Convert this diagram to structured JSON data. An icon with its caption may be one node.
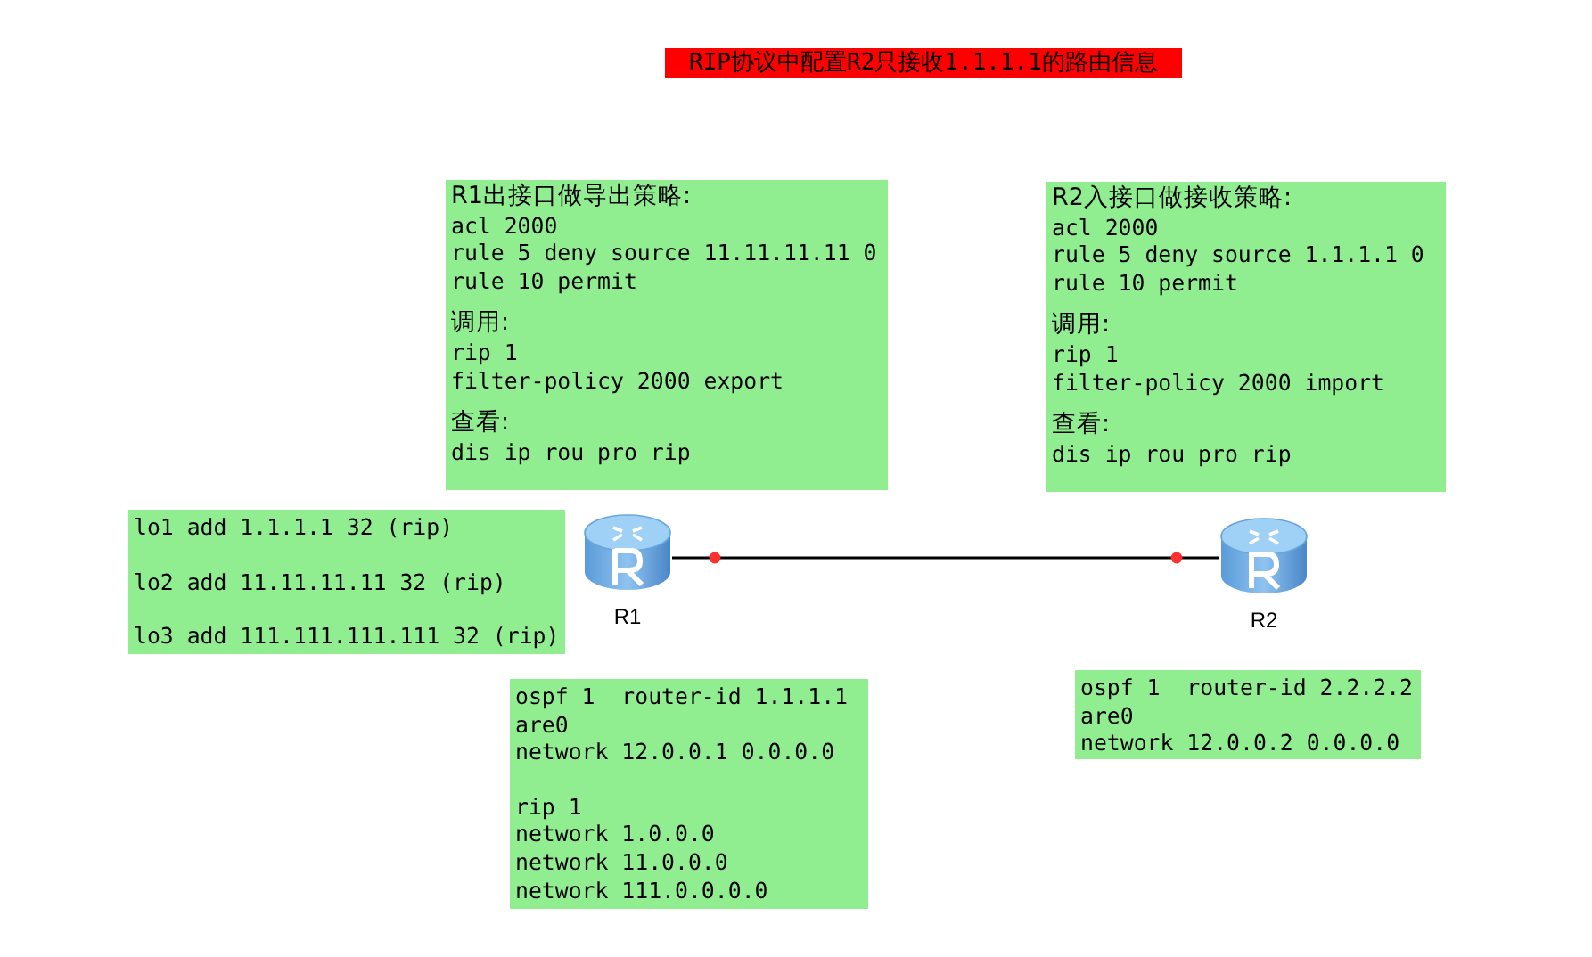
{
  "diagram": {
    "title": "RIP协议中配置R2只接收1.1.1.1的路由信息",
    "nodes": [
      {
        "text": [
          "R1出接口做导出策略:",
          "acl 2000",
          "rule 5 deny source 11.11.11.11 0",
          "rule 10 permit",
          "调用:",
          "rip 1",
          "filter-policy 2000 export",
          "查看:",
          "dis ip rou pro rip"
        ]
      },
      {
        "text": [
          "R2入接口做接收策略:",
          "acl 2000",
          "rule 5 deny source 1.1.1.1 0",
          "rule 10 permit",
          "调用:",
          "rip 1",
          "filter-policy 2000 import",
          "查看:",
          "dis ip rou pro rip"
        ]
      },
      {
        "text": [
          "lo1 add 1.1.1.1 32 (rip)",
          "lo2 add 11.11.11.11 32 (rip)",
          "lo3 add 111.111.111.111 32 (rip)"
        ]
      },
      {
        "text": [
          "R1"
        ]
      },
      {
        "text": [
          "R2"
        ]
      },
      {
        "text": [
          "ospf 1  router-id 1.1.1.1",
          "are0",
          "network 12.0.0.1 0.0.0.0",
          "rip 1",
          "network 1.0.0.0",
          "network 11.0.0.0",
          "network 111.0.0.0.0"
        ]
      },
      {
        "text": [
          "ospf 1  router-id 2.2.2.2",
          "are0",
          "network 12.0.0.2 0.0.0.0"
        ]
      }
    ],
    "edges": [
      {
        "from": 3,
        "to": 4,
        "arrow": "other"
      }
    ]
  }
}
